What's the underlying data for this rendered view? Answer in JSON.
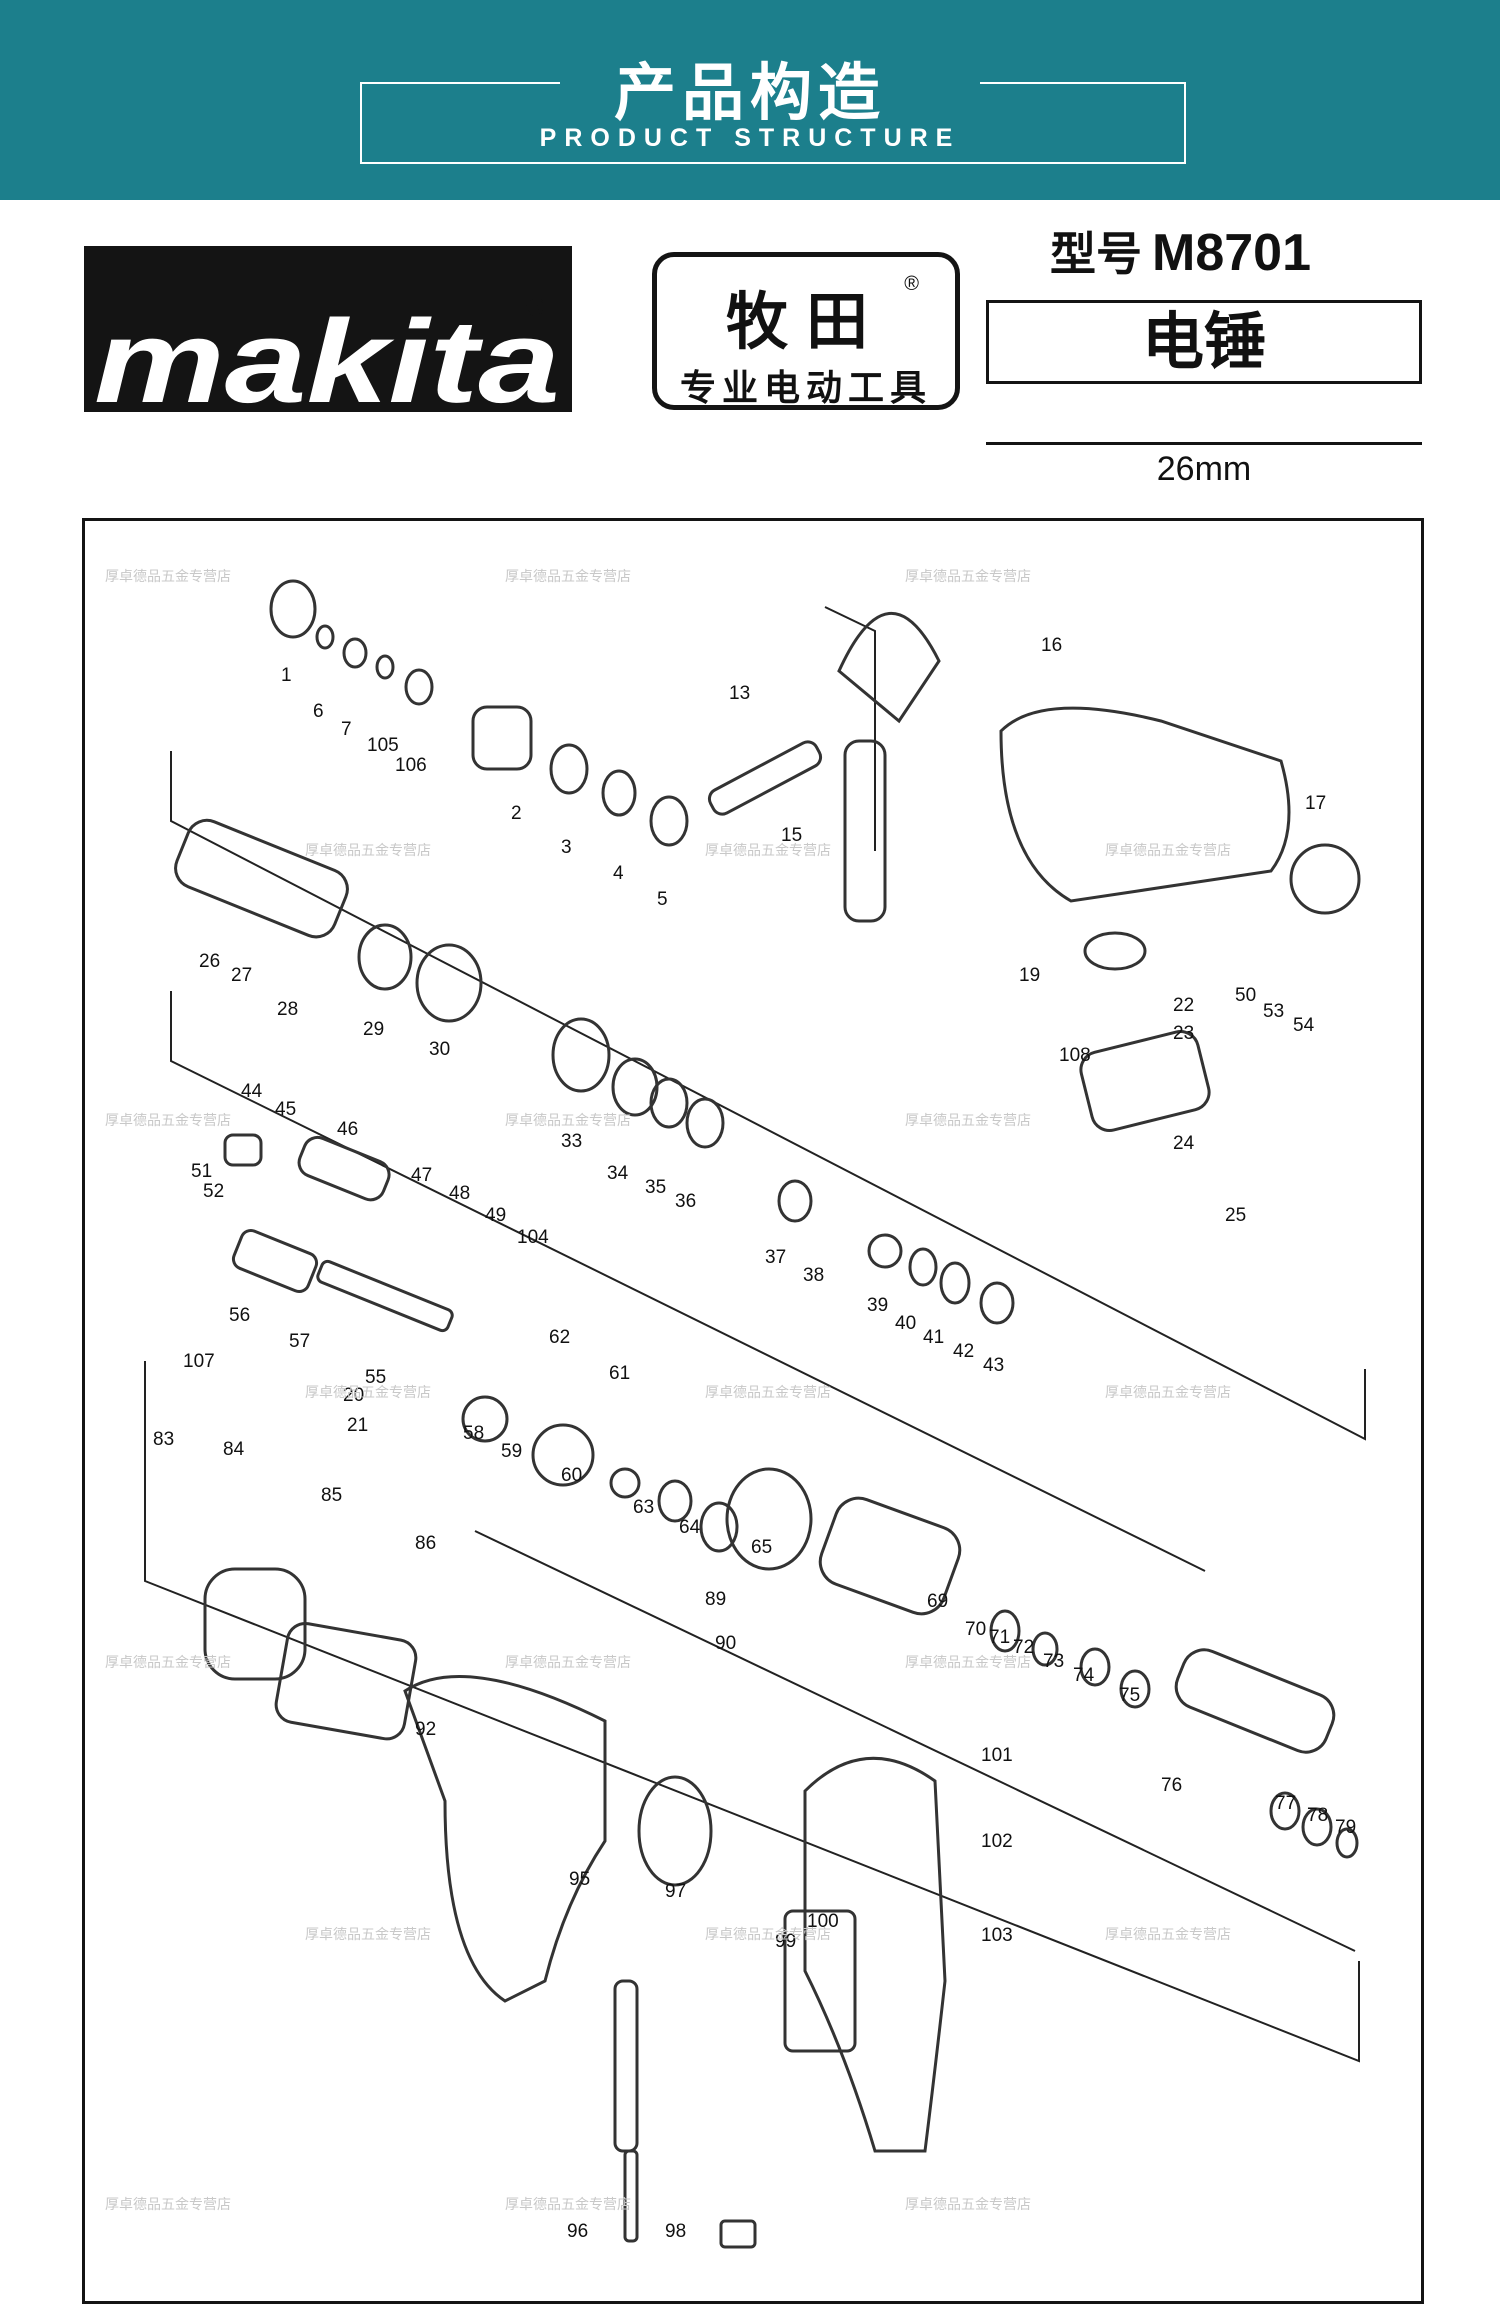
{
  "banner": {
    "title": "产品构造",
    "subtitle": "PRODUCT STRUCTURE"
  },
  "logo": {
    "text": "makita",
    "registered": "®"
  },
  "brand": {
    "name": "牧田",
    "registered": "®",
    "tagline": "专业电动工具"
  },
  "model": {
    "label": "型号",
    "code": "M8701"
  },
  "product": {
    "name": "电锤",
    "spec": "26mm"
  },
  "watermark": "厚卓德品五金专营店",
  "parts": [
    "1",
    "6",
    "7",
    "105",
    "106",
    "2",
    "3",
    "4",
    "5",
    "13",
    "15",
    "16",
    "17",
    "26",
    "27",
    "28",
    "29",
    "30",
    "19",
    "22",
    "23",
    "50",
    "53",
    "54",
    "108",
    "24",
    "25",
    "44",
    "45",
    "46",
    "33",
    "34",
    "35",
    "36",
    "51",
    "52",
    "47",
    "48",
    "49",
    "104",
    "37",
    "38",
    "39",
    "40",
    "41",
    "42",
    "43",
    "56",
    "57",
    "55",
    "62",
    "61",
    "107",
    "20",
    "21",
    "58",
    "59",
    "60",
    "63",
    "64",
    "65",
    "83",
    "84",
    "85",
    "69",
    "70",
    "71",
    "72",
    "73",
    "74",
    "75",
    "76",
    "77",
    "78",
    "79",
    "86",
    "89",
    "90",
    "92",
    "101",
    "102",
    "95",
    "96",
    "97",
    "98",
    "99",
    "100",
    "103"
  ],
  "colors": {
    "banner": "#1c7f8c",
    "ink": "#141414"
  }
}
